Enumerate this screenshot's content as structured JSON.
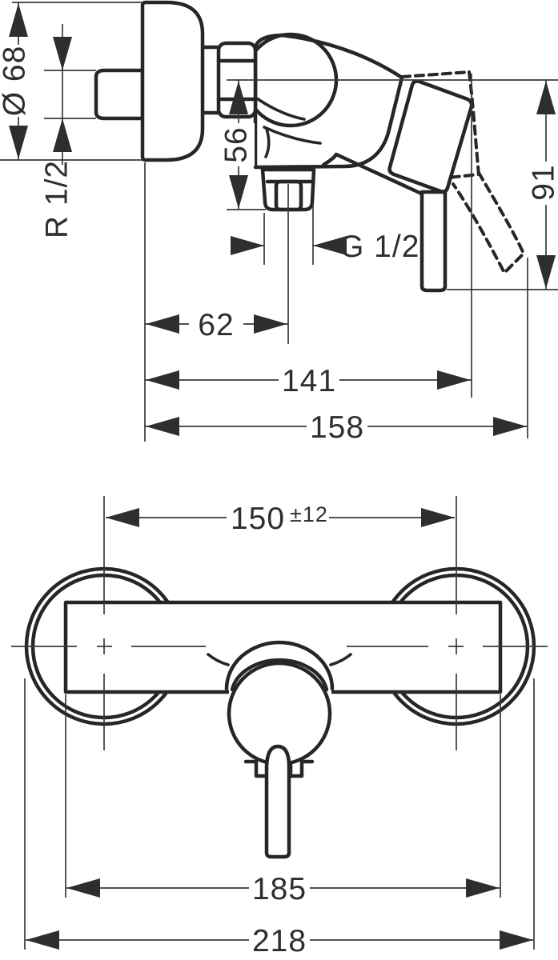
{
  "colors": {
    "line": "#262626",
    "thin": "#3a3a3a",
    "text": "#2e2e2e",
    "bg": "#ffffff"
  },
  "side_view": {
    "escutcheon_diameter_label": "Ø 68",
    "wall_thread_label": "R 1/2",
    "outlet_drop_label": "56",
    "outlet_thread_label": "G 1/2",
    "lever_drop_label": "91",
    "outlet_offset_label": "62",
    "lever_reach_label": "141",
    "total_depth_label": "158"
  },
  "front_view": {
    "hole_distance_label": "150",
    "hole_distance_tolerance_label": "±12",
    "body_width_label": "185",
    "overall_width_label": "218"
  }
}
